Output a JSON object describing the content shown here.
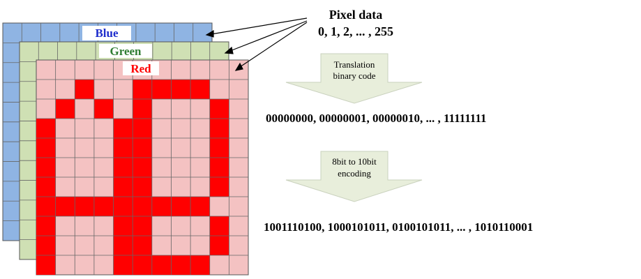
{
  "pixel_data": {
    "title": "Pixel data",
    "range": "0, 1, 2, ... , 255"
  },
  "channels": {
    "blue": {
      "label": "Blue",
      "layer_color": "#8fb4e3",
      "text_color": "#1f2ecc"
    },
    "green": {
      "label": "Green",
      "layer_color": "#cfe0b4",
      "text_color": "#2e7d32"
    },
    "red": {
      "label": "Red",
      "layer_color": "#f4c2c2",
      "text_color": "#ff0000",
      "pixel_on_color": "#ff0000"
    }
  },
  "step1": {
    "line1": "Translation",
    "line2": "binary code",
    "result": "00000000, 00000001, 00000010, ... , 11111111"
  },
  "step2": {
    "line1": "8bit to 10bit",
    "line2": "encoding",
    "result": "1001110100, 1000101011, 0100101011, ... , 1010110001"
  },
  "arrow_fill": "#e8eedb",
  "red_grid": {
    "rows": 11,
    "cols": 11,
    "cells": [
      "00000000000",
      "00100111100",
      "01010100010",
      "10001100010",
      "10001100010",
      "10001100010",
      "10001100010",
      "11111111100",
      "10001100010",
      "10001100010",
      "10001111100"
    ]
  }
}
